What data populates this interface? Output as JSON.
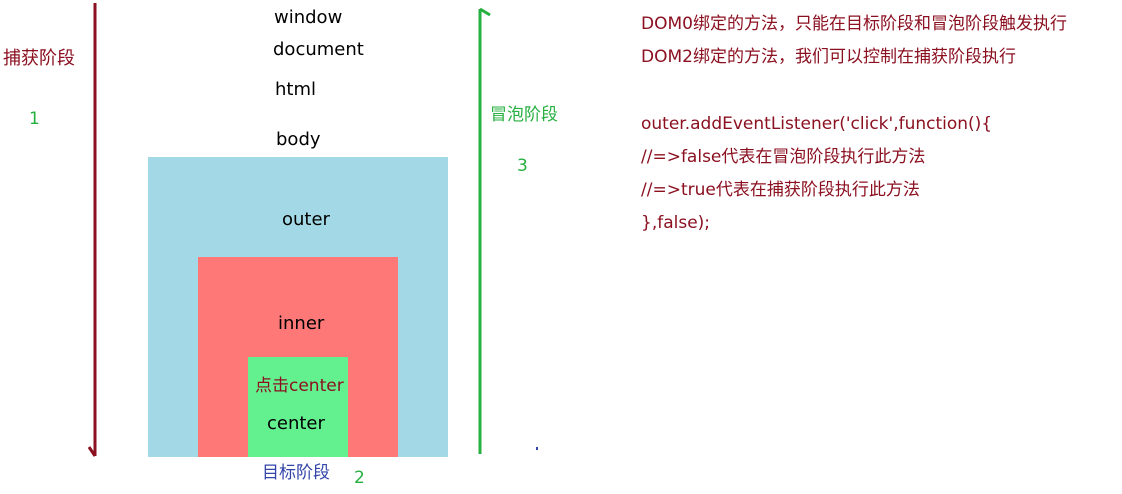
{
  "capture": {
    "label": "捕获阶段",
    "number": "1"
  },
  "bubble": {
    "label": "冒泡阶段",
    "number": "3"
  },
  "target": {
    "label": "目标阶段",
    "number": "2"
  },
  "dom_levels": {
    "window": "window",
    "document": "document",
    "html": "html",
    "body": "body"
  },
  "boxes": {
    "outer": "outer",
    "inner": "inner",
    "center": "center",
    "click_text": "点击center"
  },
  "notes": [
    "DOM0绑定的方法，只能在目标阶段和冒泡阶段触发执行",
    "DOM2绑定的方法，我们可以控制在捕获阶段执行"
  ],
  "code_lines": [
    "outer.addEventListener('click',function(){",
    "//=>false代表在冒泡阶段执行此方法",
    "//=>true代表在捕获阶段执行此方法",
    "},false);"
  ],
  "colors": {
    "capture_arrow": "#8b1020",
    "bubble_arrow": "#26b040",
    "target_arrow": "#3344aa",
    "outer_fill": "#a3d9e6",
    "inner_fill": "#ff7878",
    "center_fill": "#63f08e"
  }
}
